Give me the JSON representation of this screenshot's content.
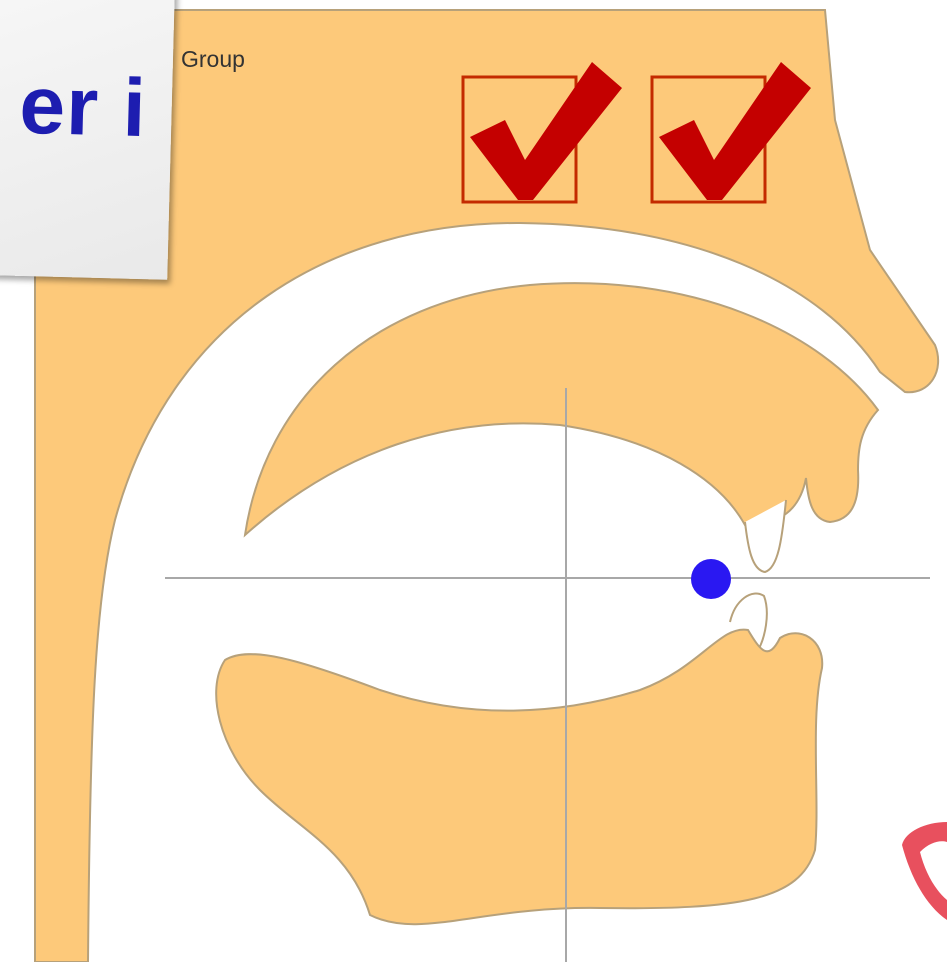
{
  "title": {
    "text": "er i"
  },
  "group_label": "Group",
  "colors": {
    "tissue": "#fdc97a",
    "tissue_outline": "#b7a17a",
    "check_mark": "#c40000",
    "checkbox_border": "#c42a00",
    "tongue_point": "#2a18f2",
    "crosshair": "#a8a8a8",
    "lips": "#e8505e",
    "title_text": "#1d1db0"
  },
  "icons": [
    "check-icon",
    "check-icon",
    "tongue-position-dot",
    "lips-icon"
  ],
  "checkboxes": [
    {
      "checked": true
    },
    {
      "checked": true
    }
  ]
}
